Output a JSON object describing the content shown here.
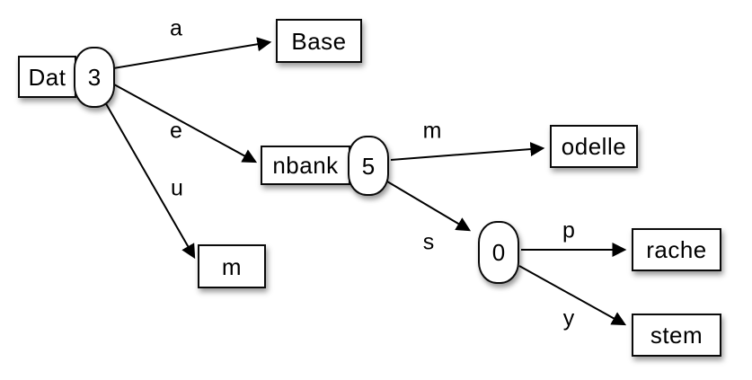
{
  "nodes": {
    "dat": {
      "label": "Dat",
      "type": "box"
    },
    "n3": {
      "label": "3",
      "type": "pill"
    },
    "base": {
      "label": "Base",
      "type": "box"
    },
    "nbank": {
      "label": "nbank",
      "type": "box"
    },
    "n5": {
      "label": "5",
      "type": "pill"
    },
    "m": {
      "label": "m",
      "type": "box"
    },
    "odelle": {
      "label": "odelle",
      "type": "box"
    },
    "n0": {
      "label": "0",
      "type": "pill"
    },
    "rache": {
      "label": "rache",
      "type": "box"
    },
    "stem": {
      "label": "stem",
      "type": "box"
    }
  },
  "edges": [
    {
      "from": "3",
      "label": "a",
      "to": "Base"
    },
    {
      "from": "3",
      "label": "e",
      "to": "nbank"
    },
    {
      "from": "3",
      "label": "u",
      "to": "m"
    },
    {
      "from": "5",
      "label": "m",
      "to": "odelle"
    },
    {
      "from": "5",
      "label": "s",
      "to": "0"
    },
    {
      "from": "0",
      "label": "p",
      "to": "rache"
    },
    {
      "from": "0",
      "label": "y",
      "to": "stem"
    }
  ],
  "colors": {
    "background": "#ffffff",
    "node_fill": "#ffffff",
    "stroke": "#000000"
  }
}
